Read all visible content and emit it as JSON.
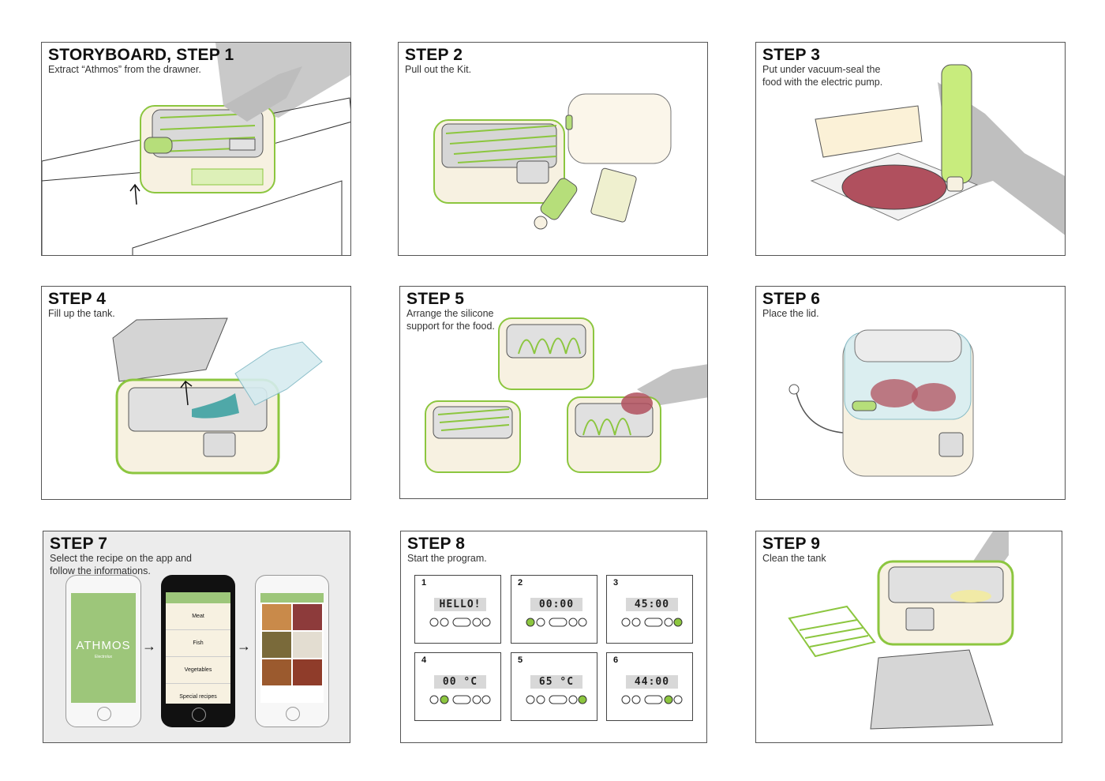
{
  "panels": [
    {
      "title": "STORYBOARD, STEP 1",
      "sub": "Extract “Athmos” from the drawner."
    },
    {
      "title": "STEP 2",
      "sub": "Pull out the Kit."
    },
    {
      "title": "STEP 3",
      "sub": "Put under vacuum-seal the\nfood with the electric pump."
    },
    {
      "title": "STEP 4",
      "sub": "Fill up the tank."
    },
    {
      "title": "STEP 5",
      "sub": "Arrange the silicone\nsupport for the food."
    },
    {
      "title": "STEP 6",
      "sub": "Place the lid."
    },
    {
      "title": "STEP 7",
      "sub": "Select the recipe on the app and\nfollow the informations."
    },
    {
      "title": "STEP 8",
      "sub": "Start the program."
    },
    {
      "title": "STEP 9",
      "sub": "Clean the tank"
    }
  ],
  "app": {
    "brand": "ATHMOS",
    "maker": "Electrolux",
    "menu": [
      "Meat",
      "Fish",
      "Vegetables",
      "Special recipes"
    ]
  },
  "controls": [
    {
      "num": "1",
      "display": "HELLO!"
    },
    {
      "num": "2",
      "display": "00:00"
    },
    {
      "num": "3",
      "display": "45:00"
    },
    {
      "num": "4",
      "display": "00 °C"
    },
    {
      "num": "5",
      "display": "65 °C"
    },
    {
      "num": "6",
      "display": "44:00"
    }
  ],
  "colors": {
    "accent": "#8cc63f",
    "cream": "#f7f1e1",
    "meat": "#b0505e",
    "water": "#4fa8a8",
    "app_green": "#9dc67a"
  }
}
